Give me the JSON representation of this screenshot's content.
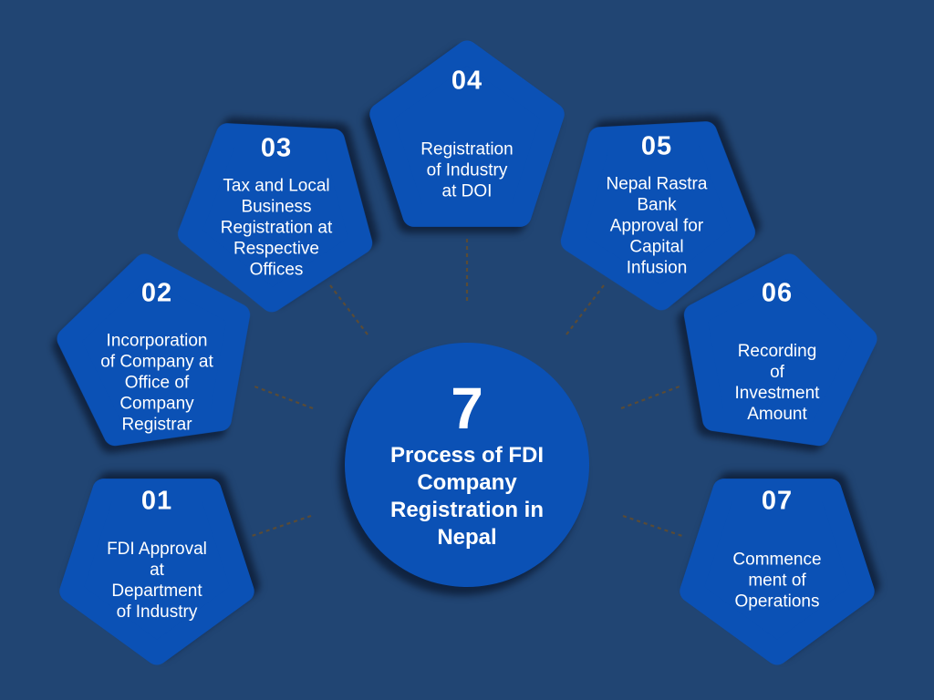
{
  "infographic": {
    "center": {
      "count": "7",
      "title": "Process of FDI\nCompany\nRegistration in\nNepal"
    },
    "steps": [
      {
        "number": "01",
        "label": "FDI Approval\nat\nDepartment\nof Industry"
      },
      {
        "number": "02",
        "label": "Incorporation\nof Company at\nOffice of\nCompany\nRegistrar"
      },
      {
        "number": "03",
        "label": "Tax and Local\nBusiness\nRegistration at\nRespective\nOffices"
      },
      {
        "number": "04",
        "label": "Registration\nof Industry\nat DOI"
      },
      {
        "number": "05",
        "label": "Nepal Rastra\nBank\nApproval for\nCapital\nInfusion"
      },
      {
        "number": "06",
        "label": "Recording\nof\nInvestment\nAmount"
      },
      {
        "number": "07",
        "label": "Commence\nment of\nOperations"
      }
    ],
    "colors": {
      "background": "#214573",
      "shape": "#0B51B5",
      "text": "#FFFFFF",
      "connector": "#5D4C33"
    }
  }
}
